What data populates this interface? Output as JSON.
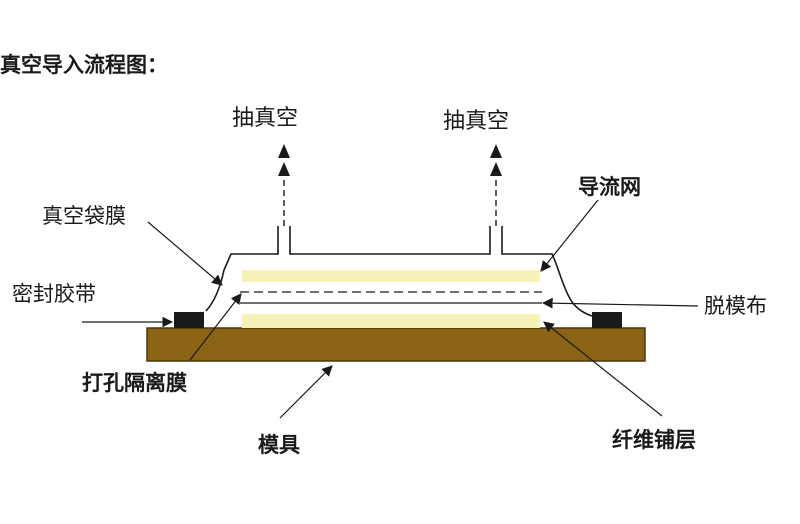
{
  "title": "真空导入流程图：",
  "labels": {
    "vacuum_left": "抽真空",
    "vacuum_right": "抽真空",
    "flow_mesh": "导流网",
    "vacuum_bag": "真空袋膜",
    "sealant_tape": "密封胶带",
    "release_cloth": "脱模布",
    "perforated_film": "打孔隔离膜",
    "mold": "模具",
    "fiber_layup": "纤维铺层"
  },
  "colors": {
    "mold": "#8a6414",
    "mold_edge": "#4a3608",
    "resin_layer": "#f7f2b8",
    "perforated_film_text": "#b0201c",
    "seal_block": "#1a1a1a"
  }
}
